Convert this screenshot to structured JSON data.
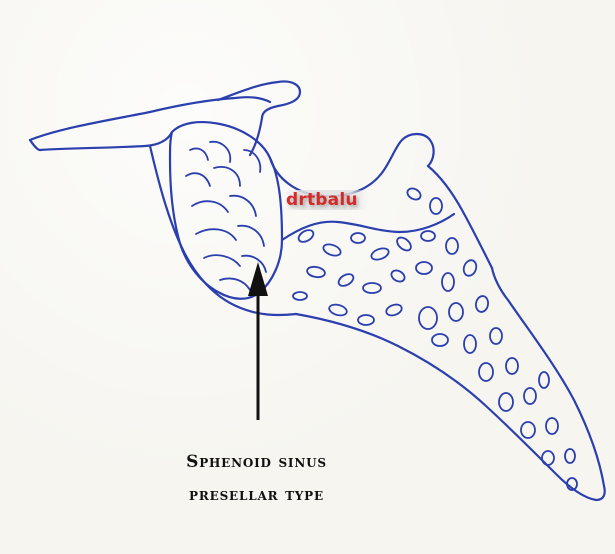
{
  "figure": {
    "watermark": "drtbalu",
    "caption": {
      "line1": "Sphenoid sinus",
      "line2": "presellar type"
    },
    "colors": {
      "ink": "#2b3fae",
      "arrow": "#111111",
      "watermark": "#d42a2a"
    }
  }
}
